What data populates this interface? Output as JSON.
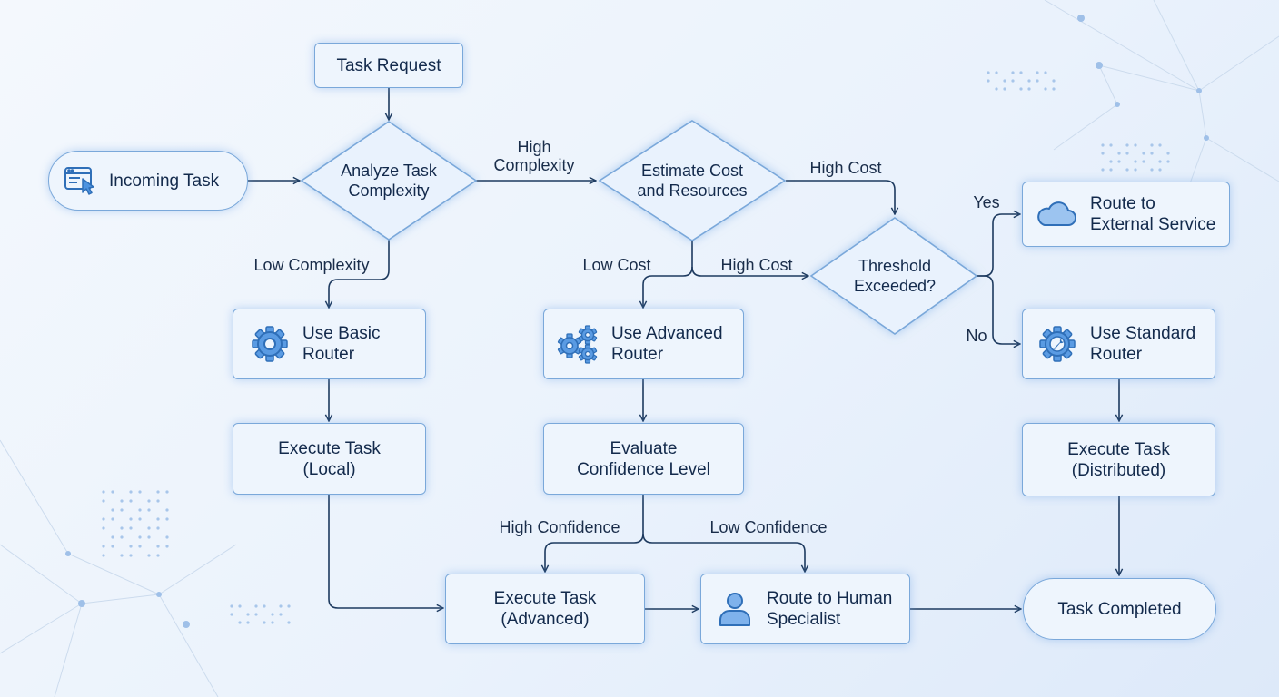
{
  "nodes": {
    "task_request": "Task Request",
    "incoming_task": "Incoming Task",
    "analyze_complexity": "Analyze Task\nComplexity",
    "estimate_cost": "Estimate Cost\nand Resources",
    "threshold": "Threshold\nExceeded?",
    "route_external": "Route to\nExternal Service",
    "basic_router": "Use Basic\nRouter",
    "advanced_router": "Use Advanced\nRouter",
    "standard_router": "Use Standard\nRouter",
    "exec_local": "Execute Task\n(Local)",
    "evaluate_confidence": "Evaluate\nConfidence Level",
    "exec_distributed": "Execute Task\n(Distributed)",
    "exec_advanced": "Execute Task\n(Advanced)",
    "route_human": "Route to Human\nSpecialist",
    "task_completed": "Task Completed"
  },
  "edge_labels": {
    "high_complexity": "High\nComplexity",
    "low_complexity": "Low Complexity",
    "high_cost_top": "High Cost",
    "low_cost": "Low Cost",
    "high_cost_mid": "High Cost",
    "yes": "Yes",
    "no": "No",
    "high_confidence": "High Confidence",
    "low_confidence": "Low Confidence"
  },
  "icons": {
    "incoming_task": "browser-cursor-icon",
    "basic_router": "gear-icon",
    "advanced_router": "gears-icon",
    "standard_router": "gear-wrench-icon",
    "route_external": "cloud-icon",
    "route_human": "person-icon"
  },
  "colors": {
    "node_fill": "#eef5fd",
    "node_border": "#7aa8da",
    "edge": "#1d3a5f",
    "icon": "#3f86d8"
  }
}
